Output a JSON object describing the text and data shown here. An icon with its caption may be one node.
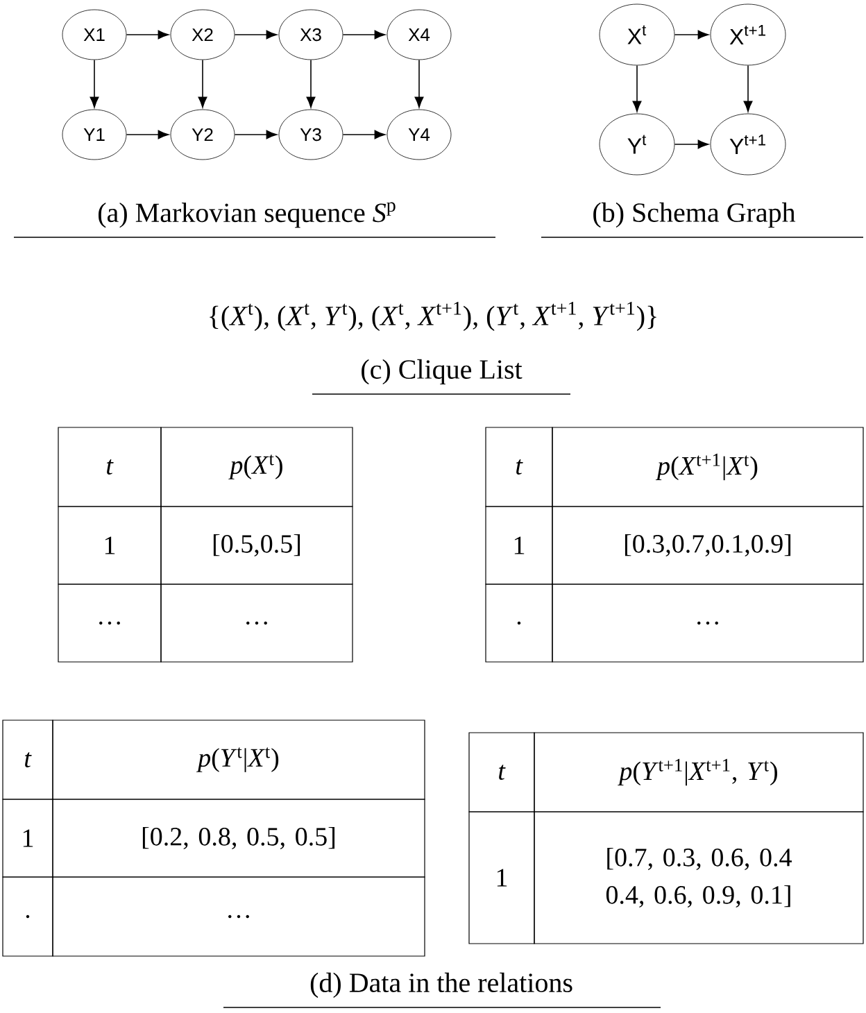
{
  "diagram": {
    "nodes": [
      {
        "text": [
          "X1"
        ]
      },
      {
        "text": [
          "X2"
        ]
      },
      {
        "text": [
          "X3"
        ]
      },
      {
        "text": [
          "X4"
        ]
      },
      {
        "text": [
          "Y1"
        ]
      },
      {
        "text": [
          "Y2"
        ]
      },
      {
        "text": [
          "Y3"
        ]
      },
      {
        "text": [
          "Y4"
        ]
      },
      {
        "text": [
          "X$^{t}$"
        ]
      },
      {
        "text": [
          "X$^{t+1}$"
        ]
      },
      {
        "text": [
          "Y$^{t}$"
        ]
      },
      {
        "text": [
          "Y$^{t+1}$"
        ]
      }
    ],
    "edges": [
      {
        "from": 0,
        "to": 1,
        "arrow": "to"
      },
      {
        "from": 1,
        "to": 2,
        "arrow": "to"
      },
      {
        "from": 2,
        "to": 3,
        "arrow": "to"
      },
      {
        "from": 0,
        "to": 4,
        "arrow": "to"
      },
      {
        "from": 1,
        "to": 5,
        "arrow": "to"
      },
      {
        "from": 2,
        "to": 6,
        "arrow": "to"
      },
      {
        "from": 3,
        "to": 7,
        "arrow": "to"
      },
      {
        "from": 4,
        "to": 5,
        "arrow": "to"
      },
      {
        "from": 5,
        "to": 6,
        "arrow": "to"
      },
      {
        "from": 6,
        "to": 7,
        "arrow": "to"
      },
      {
        "from": 8,
        "to": 9,
        "arrow": "to"
      },
      {
        "from": 8,
        "to": 10,
        "arrow": "to"
      },
      {
        "from": 9,
        "to": 11,
        "arrow": "to"
      },
      {
        "from": 10,
        "to": 11,
        "arrow": "to"
      }
    ],
    "labels": [
      "(a) Markovian sequence *S*$^{p}$",
      "(b) Schema Graph",
      "{(*X*$^{t}$), (*X*$^{t}$, *Y*$^{t}$), (*X*$^{t}$, *X*$^{t+1}$), (*Y*$^{t}$, *X*$^{t+1}$, *Y*$^{t+1}$)}",
      "(c) Clique List",
      "*t*",
      "*p*(*X*$^{t}$)",
      "1",
      "[0.5,0.5]",
      "…",
      "…",
      "*t*",
      "*p*(*X*$^{t+1}$|*X*$^{t}$)",
      "1",
      "[0.3,0.7,0.1,0.9]",
      ".",
      "…",
      "*t*",
      "*p*(*Y*$^{t}$|*X*$^{t}$)",
      "1",
      "[0.2, 0.8, 0.5, 0.5]",
      ".",
      "…",
      "*t*",
      "*p*(*Y*$^{t+1}$|*X*$^{t+1}$, *Y*$^{t}$)",
      "1",
      "[0.7, 0.3, 0.6, 0.4 0.4, 0.6, 0.9, 0.1]",
      "(d) Data in the relations"
    ]
  }
}
